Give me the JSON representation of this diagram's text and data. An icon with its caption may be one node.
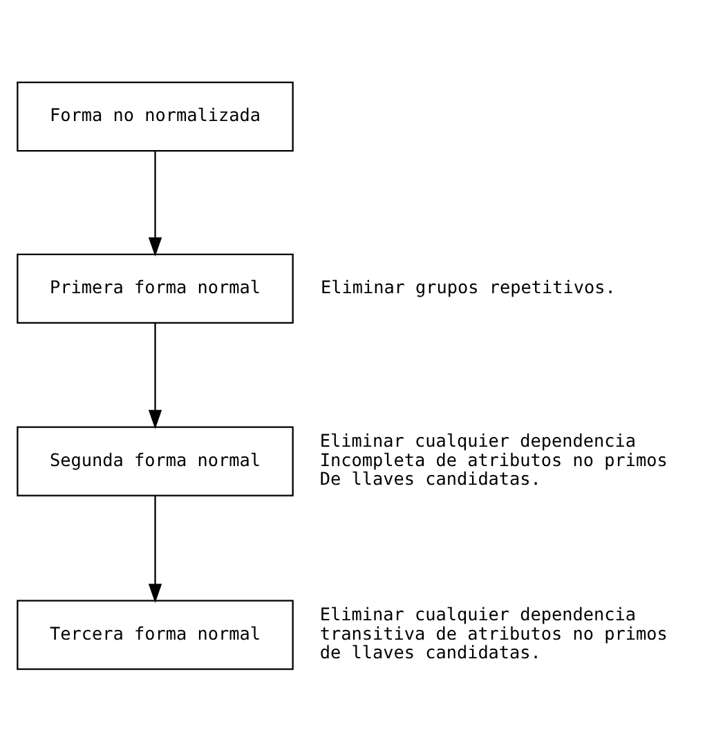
{
  "diagram": {
    "nodes": [
      {
        "text": [
          "Forma no normalizada"
        ]
      },
      {
        "text": [
          "Primera forma normal"
        ],
        "beside": [
          "Eliminar grupos repetitivos."
        ]
      },
      {
        "text": [
          "Segunda forma normal"
        ],
        "beside": [
          "Eliminar cualquier dependencia Incompleta de atributos no primos De llaves candidatas."
        ]
      },
      {
        "text": [
          "Tercera forma normal"
        ],
        "beside": [
          "Eliminar cualquier dependencia transitiva de atributos no primos de llaves candidatas."
        ]
      }
    ],
    "edges": [
      {
        "from": 0,
        "to": 1,
        "arrow": "to"
      },
      {
        "from": 1,
        "to": 2,
        "arrow": "to"
      },
      {
        "from": 2,
        "to": 3,
        "arrow": "to"
      }
    ]
  }
}
